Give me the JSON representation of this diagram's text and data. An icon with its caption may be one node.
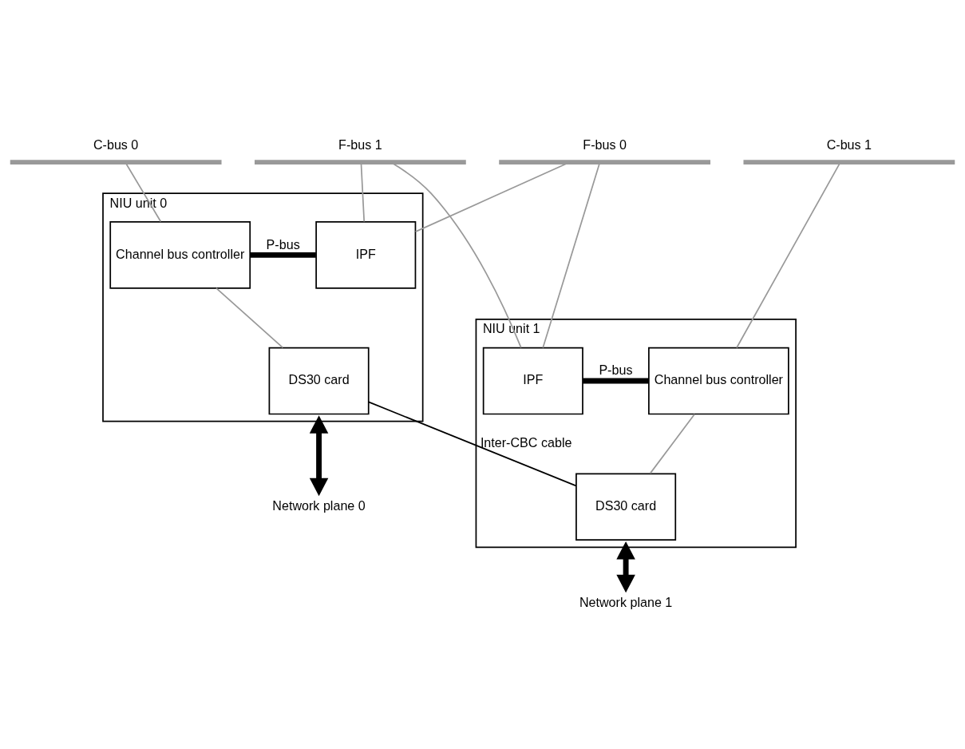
{
  "diagram": {
    "nodes": [
      {
        "text": [
          "F-bus 0"
        ]
      },
      {
        "text": [
          "F-bus 1"
        ]
      },
      {
        "text": [
          "C-bus 0"
        ]
      },
      {
        "text": [
          "C-bus 1"
        ]
      },
      {
        "text": [
          "NIU unit 0"
        ]
      },
      {
        "text": [
          "IPF"
        ],
        "in": 4
      },
      {
        "text": [
          "Channel bus controller"
        ],
        "in": 4
      },
      {
        "text": [
          "DS30 card"
        ],
        "in": 4
      },
      {
        "text": [
          "NIU unit 1"
        ]
      },
      {
        "text": [
          "IPF"
        ],
        "in": 8
      },
      {
        "text": [
          "Channel bus controller"
        ],
        "in": 8
      },
      {
        "text": [
          "DS30 card"
        ],
        "in": 8
      },
      {
        "text": [
          "Network plane 0"
        ]
      },
      {
        "text": [
          "Network plane 1"
        ]
      }
    ],
    "edges": [
      {
        "from": 0,
        "to": 5,
        "arrow": "none"
      },
      {
        "from": 1,
        "to": 5,
        "arrow": "none"
      },
      {
        "from": 2,
        "to": 6,
        "arrow": "none"
      },
      {
        "from": 0,
        "to": 9,
        "arrow": "none"
      },
      {
        "from": 1,
        "to": 9,
        "arrow": "none"
      },
      {
        "from": 3,
        "to": 10,
        "arrow": "none"
      },
      {
        "from": 5,
        "to": 6,
        "arrow": "none",
        "label": "P-bus",
        "style": "thick",
        "color": "#000000"
      },
      {
        "from": 6,
        "to": 7,
        "arrow": "none"
      },
      {
        "from": 9,
        "to": 10,
        "arrow": "none",
        "label": "P-bus",
        "style": "thick",
        "color": "#000000"
      },
      {
        "from": 10,
        "to": 11,
        "arrow": "none"
      },
      {
        "from": 7,
        "to": 11,
        "arrow": "none",
        "label": "Inter-CBC cable",
        "color": "#000000"
      },
      {
        "from": 4,
        "to": 12,
        "arrow": "both",
        "style": "thick",
        "color": "#000000"
      },
      {
        "from": 8,
        "to": 13,
        "arrow": "both",
        "style": "thick",
        "color": "#000000"
      }
    ]
  }
}
